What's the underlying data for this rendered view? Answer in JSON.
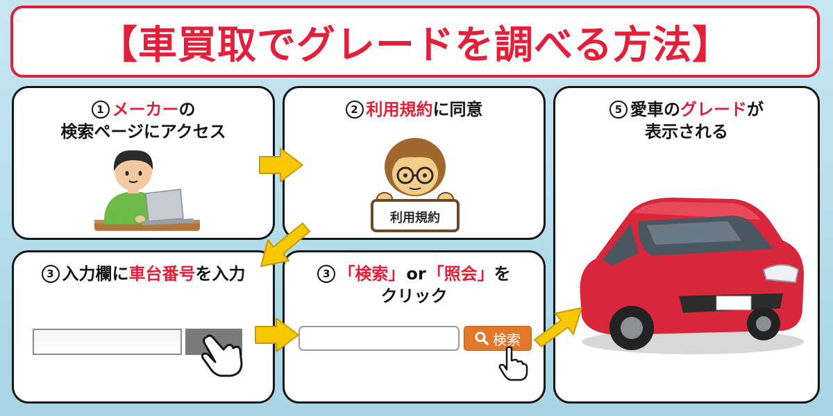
{
  "title": "【車買取でグレードを調べる方法】",
  "step1": {
    "num": "1",
    "maker": "メーカー",
    "no": "の",
    "line2": "検索ページにアクセス"
  },
  "step2": {
    "num": "2",
    "terms": "利用規約",
    "rest": "に同意",
    "sign": "利用規約"
  },
  "step3a": {
    "num": "3",
    "pre": "入力欄に",
    "red": "車台番号",
    "post": "を入力"
  },
  "step3b": {
    "num": "3",
    "kensaku": "「検索」",
    "or": "or",
    "shoukai": "「照会」",
    "wo": "を",
    "line2": "クリック",
    "button": "検索"
  },
  "step5": {
    "num": "5",
    "pre": "愛車の",
    "grade": "グレード",
    "ga": "が",
    "line2": "表示される"
  },
  "colors": {
    "accent": "#e3203a",
    "arrow": "#f7c800",
    "button": "#e4782a",
    "car": "#d8263a"
  },
  "icons": [
    "arrow-right-icon",
    "arrow-down-left-icon",
    "hand-pointer-icon",
    "search-icon",
    "car-icon"
  ]
}
